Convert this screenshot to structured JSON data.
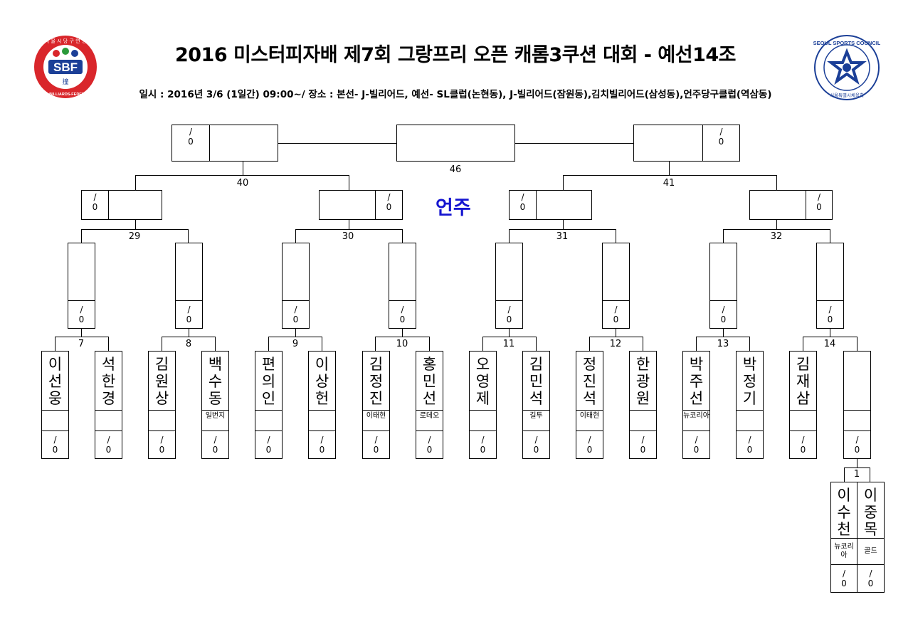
{
  "header": {
    "title": "2016 미스터피자배 제7회 그랑프리 오픈 캐롬3쿠션 대회 - 예선14조",
    "subtitle": "일시 : 2016년 3/6 (1일간) 09:00~/ 장소 : 본선- J-빌리어드, 예선- SL클럽(논현동), J-빌리어드(잠원동),김치빌리어드(삼성동),언주당구클럽(역삼동)",
    "venue": "언주",
    "left_logo_text": "SBF",
    "left_logo_ring": "SEOUL-BILLIARDS-FEDERATION",
    "left_logo_top": "서 울 시 당 구 연 맹",
    "left_logo_mark": "撞",
    "right_logo_ring": "SEOUL SPORTS COUNCIL",
    "right_logo_bottom": "서울특별시체육회"
  },
  "score": "/\n0",
  "match_numbers": {
    "m46": "46",
    "m40": "40",
    "m41": "41",
    "m29": "29",
    "m30": "30",
    "m31": "31",
    "m32": "32",
    "m7": "7",
    "m8": "8",
    "m9": "9",
    "m10": "10",
    "m11": "11",
    "m12": "12",
    "m13": "13",
    "m14": "14",
    "m1": "1"
  },
  "players": [
    {
      "name": "이선웅",
      "club": ""
    },
    {
      "name": "석한경",
      "club": ""
    },
    {
      "name": "김원상",
      "club": ""
    },
    {
      "name": "백수동",
      "club": "일번지"
    },
    {
      "name": "편의인",
      "club": ""
    },
    {
      "name": "이상헌",
      "club": ""
    },
    {
      "name": "김정진",
      "club": "이태현"
    },
    {
      "name": "홍민선",
      "club": "로데오"
    },
    {
      "name": "오영제",
      "club": ""
    },
    {
      "name": "김민석",
      "club": "길투"
    },
    {
      "name": "정진석",
      "club": "이태현"
    },
    {
      "name": "한광원",
      "club": ""
    },
    {
      "name": "박주선",
      "club": "뉴코리아"
    },
    {
      "name": "박정기",
      "club": ""
    },
    {
      "name": "김재삼",
      "club": ""
    },
    {
      "name": "",
      "club": ""
    }
  ],
  "prelim": [
    {
      "name": "이수천",
      "club": "뉴코리아"
    },
    {
      "name": "이중목",
      "club": "골드"
    }
  ],
  "colors": {
    "venue": "#1515d0",
    "logo_red": "#d9262b",
    "logo_blue": "#1b3f97",
    "logo_green": "#2a9a3a"
  }
}
